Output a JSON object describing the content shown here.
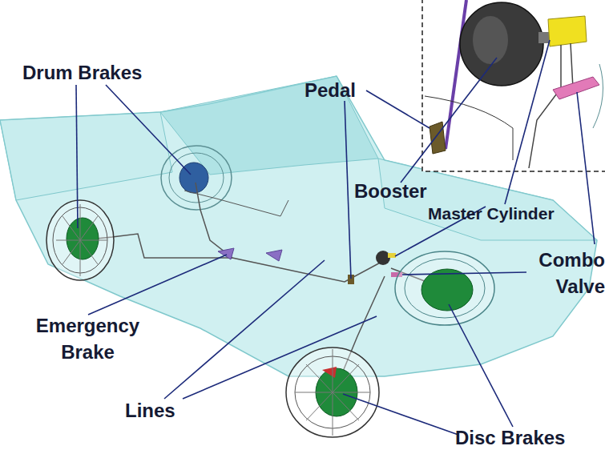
{
  "diagram": {
    "labels": [
      "Drum Brakes",
      "Pedal",
      "Booster",
      "Master Cylinder",
      "Combo Valve",
      "Emergency Brake",
      "Lines",
      "Disc Brakes"
    ]
  }
}
